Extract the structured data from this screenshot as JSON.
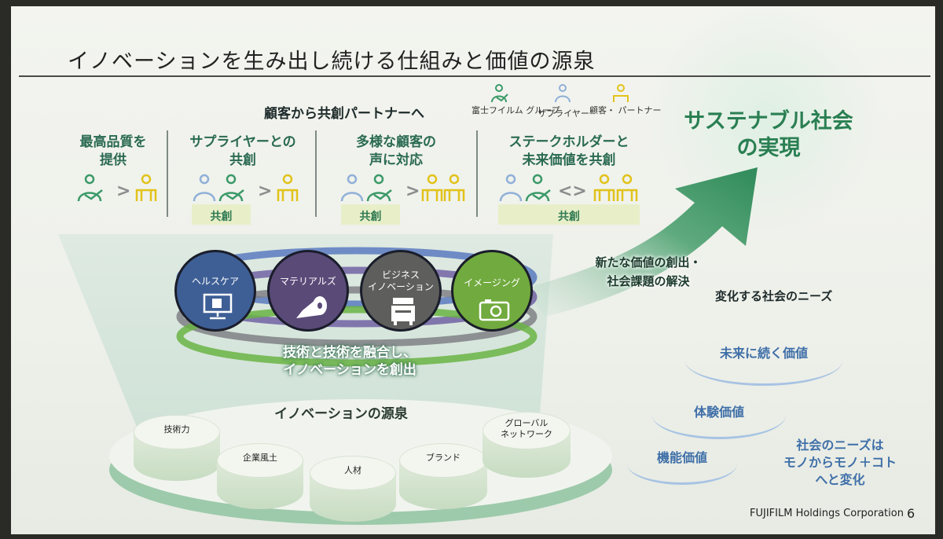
{
  "title": "イノベーションを生み出し続ける仕組みと価値の源泉",
  "legend": {
    "fujifilm": "富士フイルム グループ",
    "supplier": "サプライヤー",
    "customer": "顧客・ パートナー"
  },
  "co_creation_heading": "顧客から共創パートナーへ",
  "columns": [
    {
      "heading": "最高品質を 提供"
    },
    {
      "heading": "サプライヤーとの 共創",
      "tag": "共創"
    },
    {
      "heading": "多様な顧客の 声に対応",
      "tag": "共創"
    },
    {
      "heading": "ステークホルダーと 未来価値を共創",
      "tag": "共創"
    }
  ],
  "businesses": [
    {
      "label": "ヘルスケア",
      "color": "#3e5f96",
      "icon": "monitor-icon"
    },
    {
      "label": "マテリアルズ",
      "color": "#5a4a78",
      "icon": "film-roll-icon"
    },
    {
      "label": "ビジネス イノベーション",
      "color": "#5e5f5c",
      "icon": "copier-icon"
    },
    {
      "label": "イメージング",
      "color": "#71aa3e",
      "icon": "camera-icon"
    }
  ],
  "fusion_text": "技術と技術を融合し、 イノベーションを創出",
  "value_text": "新たな価値の創出・ 社会課題の解決",
  "goal": "サステナブル社会 の実現",
  "needs": {
    "title": "変化する社会のニーズ",
    "levels": [
      "未来に続く価値",
      "体験価値",
      "機能価値"
    ],
    "note": "社会のニーズは モノからモノ＋コト へと変化"
  },
  "source": {
    "title": "イノベーションの源泉",
    "items": [
      "技術力",
      "企業風土",
      "人材",
      "ブランド",
      "グローバル ネットワーク"
    ]
  },
  "footer": {
    "company": "FUJIFILM Holdings Corporation",
    "page": "6"
  },
  "colors": {
    "green": "#3a9a68",
    "supplier": "#8fb0d8",
    "customer": "#e1c31a",
    "needs_blue": "#3f6fa8"
  }
}
